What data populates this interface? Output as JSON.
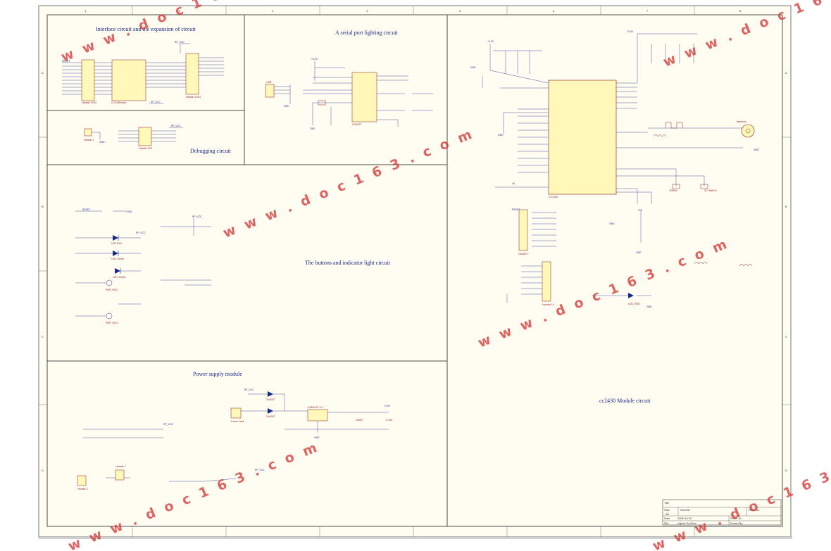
{
  "sections": {
    "interface": "Interface circuit and the expansion of circuit",
    "serial": "A serial port lighting circuit",
    "debugging": "Debugging circuit",
    "buttons": "The buttons and indicator light circuit",
    "power": "Power supply module",
    "cc2430": "cc2430 Module circuit"
  },
  "watermark": "w w w . d o c 1 6 3 . c o m",
  "parts": {
    "u1": "CC2430node",
    "u2": "CH340T",
    "u3": "CC2430",
    "u4": "ASM1117-3.3",
    "header_a": "Header 10X2",
    "header_b": "Header 1",
    "header_c": "Header 2",
    "header_d": "Header 5X2",
    "header_e": "Header 7",
    "header_f": "Header 10",
    "usb": "USB",
    "power_jack": "Power Jack",
    "crystal": "32MHz",
    "crystal2": "32.768KHz",
    "led_red": "LED Red",
    "led_green": "LED Green",
    "led_yellow": "LED Yellow",
    "antenna": "Antenna",
    "ground": "GND",
    "vcc": "RF_VCC",
    "v33": "+3.3V",
    "reset": "RESET",
    "diode1": "1N4007",
    "diode2": "1N4007",
    "cap_100uf": "100uF",
    "cap_01uf": "0.1uF",
    "res_1k": "1K",
    "res_10k": "10K",
    "transistor": "PNP_9012",
    "led_red_b": "LED_RED"
  },
  "title_block": {
    "title": "Title",
    "size": "Size",
    "size_val": "A3",
    "number": "Number",
    "revision": "Revision",
    "date": "Date",
    "date_val": "2008-10-20",
    "file": "File",
    "file_val": "zigbee.SchDoc",
    "sheet": "Sheet of",
    "drawn": "Drawn By"
  },
  "grid_cols": [
    "1",
    "2",
    "3",
    "4",
    "5",
    "6",
    "7",
    "8"
  ],
  "grid_rows": [
    "A",
    "B",
    "C",
    "D"
  ]
}
